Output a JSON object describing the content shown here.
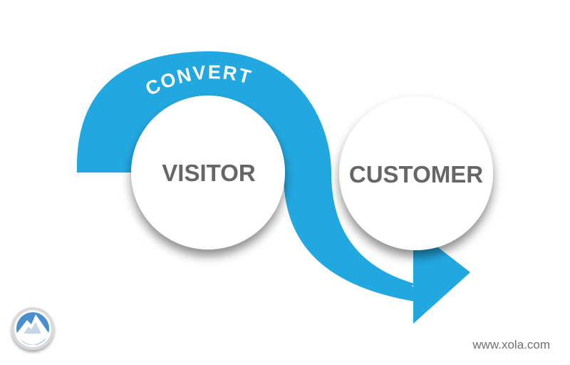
{
  "diagram": {
    "arc_label": "CONVERT",
    "left_circle_label": "VISITOR",
    "right_circle_label": "CUSTOMER"
  },
  "footer": {
    "url": "www.xola.com"
  },
  "colors": {
    "flow_arrow": "#22a8e1",
    "circle_fill": "#ffffff",
    "circle_text": "#666666",
    "logo_blue": "#4a8fd0",
    "footer_text": "#707070"
  },
  "icons": {
    "logo": "mountain-logo-icon"
  }
}
